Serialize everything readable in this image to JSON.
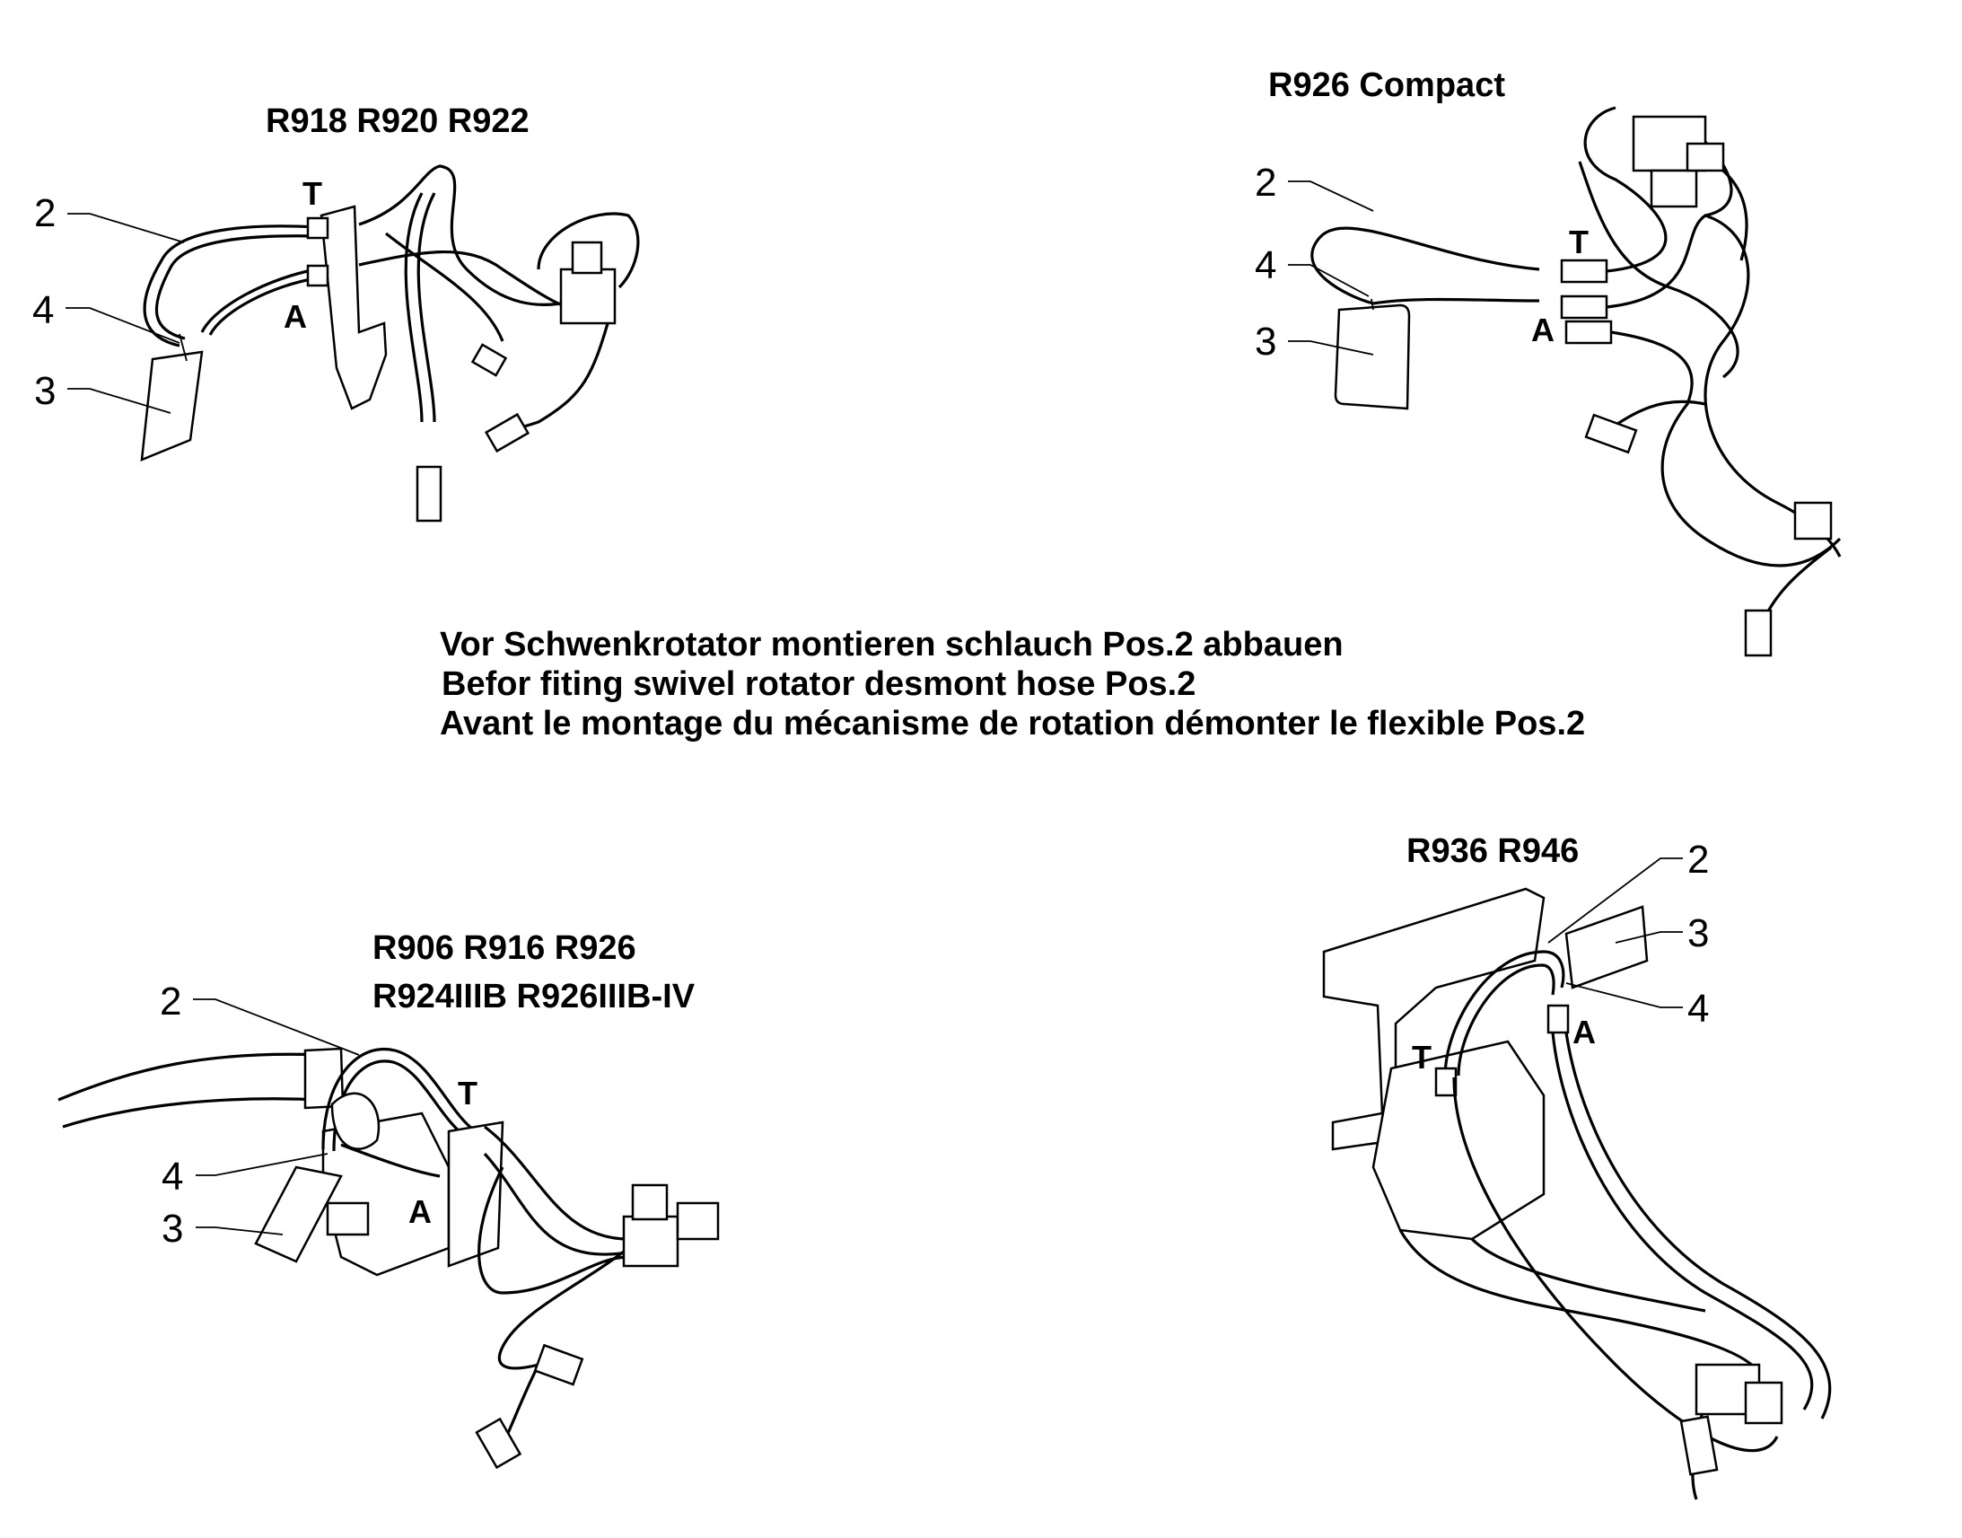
{
  "views": [
    {
      "title": "R918 R920 R922",
      "callouts": [
        "2",
        "4",
        "3"
      ],
      "ports": [
        "T",
        "A"
      ]
    },
    {
      "title": "R926 Compact",
      "callouts": [
        "2",
        "4",
        "3"
      ],
      "ports": [
        "T",
        "A"
      ]
    },
    {
      "title_line1": "R906 R916 R926",
      "title_line2": "R924IIIB R926IIIB-IV",
      "callouts": [
        "2",
        "4",
        "3"
      ],
      "ports": [
        "T",
        "A"
      ]
    },
    {
      "title": "R936   R946",
      "callouts": [
        "2",
        "3",
        "4"
      ],
      "ports": [
        "T",
        "A"
      ]
    }
  ],
  "instructions": [
    "Vor Schwenkrotator montieren schlauch Pos.2 abbauen",
    "Befor fiting swivel rotator desmont hose Pos.2",
    "Avant le montage du mécanisme de rotation démonter le flexible Pos.2"
  ]
}
